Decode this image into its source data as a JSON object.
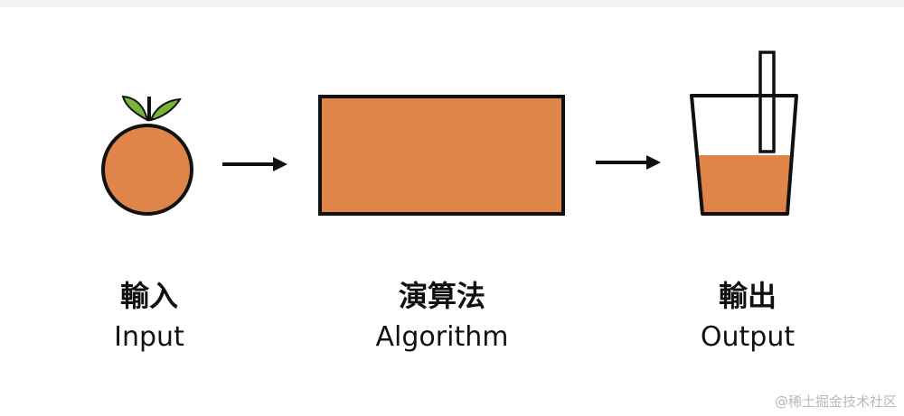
{
  "colors": {
    "fill": "#e0854a",
    "leaf": "#78b33a",
    "stroke": "#111111"
  },
  "steps": [
    {
      "zh": "輸入",
      "en": "Input",
      "icon": "orange-icon"
    },
    {
      "zh": "演算法",
      "en": "Algorithm",
      "icon": "algorithm-box"
    },
    {
      "zh": "輸出",
      "en": "Output",
      "icon": "juice-cup-icon"
    }
  ],
  "watermark": "@稀土掘金技术社区"
}
